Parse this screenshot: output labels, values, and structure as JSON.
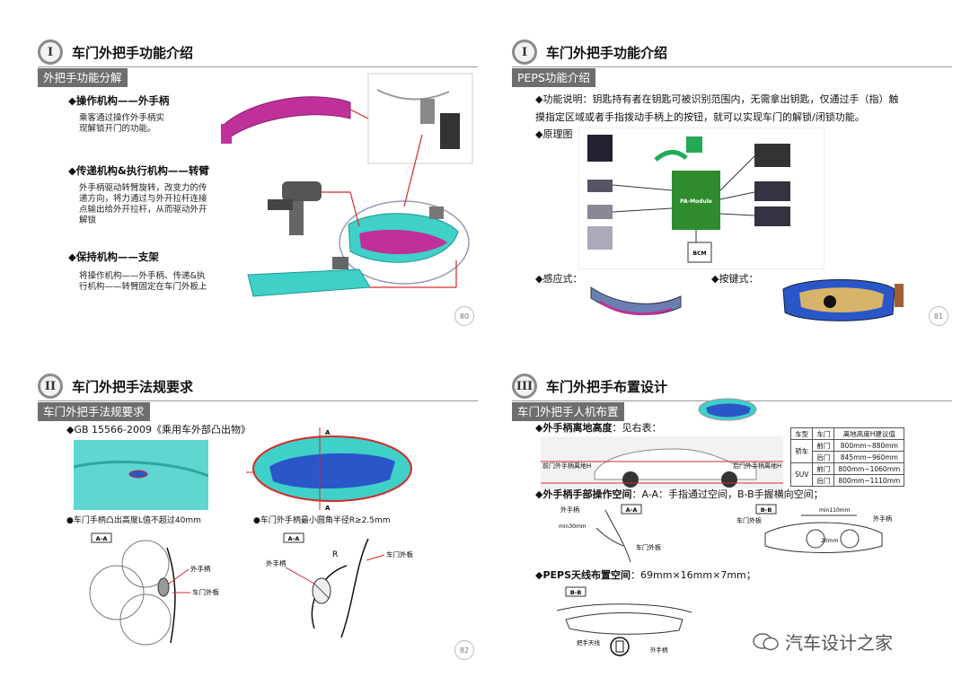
{
  "slide1": {
    "numeral": "I",
    "title": "车门外把手功能介绍",
    "subtitle": "外把手功能分解",
    "items": [
      {
        "heading": "◆操作机构——外手柄",
        "desc1": "乘客通过操作外手柄实",
        "desc2": "现解锁开门的功能。"
      },
      {
        "heading": "◆传递机构&执行机构——转臂",
        "desc1": "外手柄驱动转臂旋转，改变力的传",
        "desc2": "递方向，将力通过与外开拉杆连接",
        "desc3": "点输出给外开拉杆，从而驱动外开",
        "desc4": "解锁"
      },
      {
        "heading": "◆保持机构——支架",
        "desc1": "将操作机构——外手柄、传递&执",
        "desc2": "行机构——转臂固定在车门外板上"
      }
    ],
    "page": "80"
  },
  "slide2": {
    "numeral": "I",
    "title": "车门外把手功能介绍",
    "subtitle": "PEPS功能介绍",
    "func_line1": "◆功能说明：钥匙持有者在钥匙可被识别范围内，无需拿出钥匙，仅通过手（指）触",
    "func_line2": "摸指定区域或者手指拨动手柄上的按钮，就可以实现车门的解锁/闭锁功能。",
    "principle": "◆原理图",
    "diagram": {
      "module": "PA-Module",
      "bcm": "BCM"
    },
    "sensing": "◆感应式：",
    "button": "◆按键式：",
    "page": "81"
  },
  "slide3": {
    "numeral": "II",
    "title": "车门外把手法规要求",
    "subtitle": "车门外把手法规要求",
    "standard": "◆GB 15566-2009《乘用车外部凸出物》",
    "req1": "●车门手柄凸出高度L值不超过40mm",
    "req2": "●车门外手柄最小圆角半径R≥2.5mm",
    "section": "A-A",
    "label_handle": "外手柄",
    "label_panel": "车门外板",
    "label_a": "A",
    "label_r": "R",
    "page": "82"
  },
  "slide4": {
    "numeral": "III",
    "title": "车门外把手布置设计",
    "subtitle": "车门外把手人机布置",
    "height_label": "◆外手柄离地高度",
    "height_note": "：见右表：",
    "front_h_label": "前门外手柄离地H",
    "rear_h_label": "后门外手柄离地H",
    "table": {
      "headers": [
        "车型",
        "车门",
        "离地高度H建议值"
      ],
      "rows": [
        [
          "轿车",
          "前门",
          "800mm~880mm"
        ],
        [
          "",
          "后门",
          "845mm~960mm"
        ],
        [
          "SUV",
          "前门",
          "800mm~1060mm"
        ],
        [
          "",
          "后门",
          "800mm~1110mm"
        ]
      ]
    },
    "space_label": "◆外手柄手部操作空间",
    "space_note": "：A-A：手指通过空间，B-B手握横向空间；",
    "aa": "A-A",
    "bb": "B-B",
    "handle": "外手柄",
    "panel": "车门外板",
    "min30": "min30mm",
    "min110": "min110mm",
    "mm20": "20mm",
    "peps_label": "◆PEPS天线布置空间",
    "peps_note": "：69mm×16mm×7mm；",
    "antenna": "把手天线"
  },
  "watermark": "汽车设计之家",
  "colors": {
    "magenta": "#c0309a",
    "teal": "#3fd0c8",
    "blue": "#2a56c8",
    "red": "#d62a2a",
    "bar": "#6e6e6e"
  }
}
